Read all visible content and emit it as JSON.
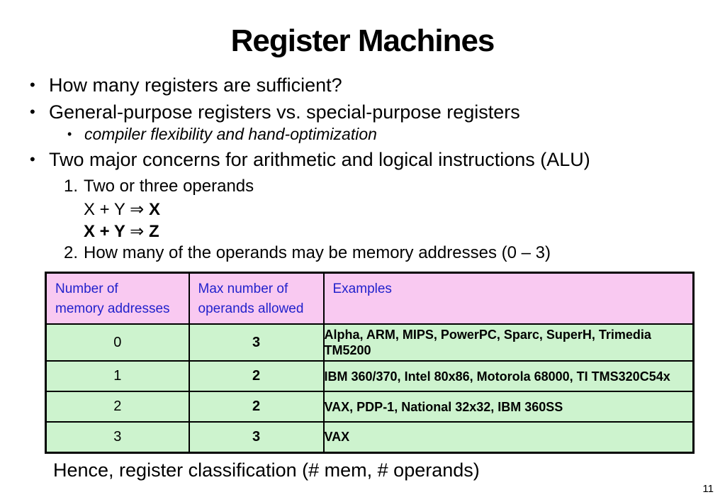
{
  "slide": {
    "title": "Register Machines",
    "closing": "Hence, register classification (# mem, # operands)",
    "page_number": "11"
  },
  "chars": {
    "bullet": "•",
    "arrow": "⇒"
  },
  "bullets": {
    "b1": "How many registers are sufficient?",
    "b2": "General-purpose registers vs. special-purpose registers",
    "b2_sub": "compiler flexibility and hand-optimization",
    "b3": "Two major concerns for arithmetic and logical instructions (ALU)",
    "n1_marker": "1.",
    "n1_text": "Two or three operands",
    "f1_lhs": "X + Y ",
    "f1_arrow": "⇒",
    "f1_result": " X",
    "f2_lhs": "X + Y ",
    "f2_arrow": " ⇒",
    "f2_result": " Z",
    "n2_marker": "2.",
    "n2_text": "How many of the operands may be memory addresses (0 – 3)"
  },
  "table": {
    "headers": [
      "Number of\nmemory addresses",
      "Max number of\noperands allowed",
      "Examples"
    ],
    "rows": [
      {
        "mem": "0",
        "ops": "3",
        "examples": "Alpha, ARM, MIPS, PowerPC, Sparc, SuperH, Trimedia TM5200"
      },
      {
        "mem": "1",
        "ops": "2",
        "examples": "IBM 360/370, Intel 80x86, Motorola 68000, TI TMS320C54x"
      },
      {
        "mem": "2",
        "ops": "2",
        "examples": "VAX, PDP-1, National 32x32, IBM 360SS"
      },
      {
        "mem": "3",
        "ops": "3",
        "examples": "VAX"
      }
    ],
    "colors": {
      "header_bg": "#f9c9f1",
      "header_text": "#2222cc",
      "row_bg": "#cdf3ce",
      "border": "#000000"
    }
  }
}
